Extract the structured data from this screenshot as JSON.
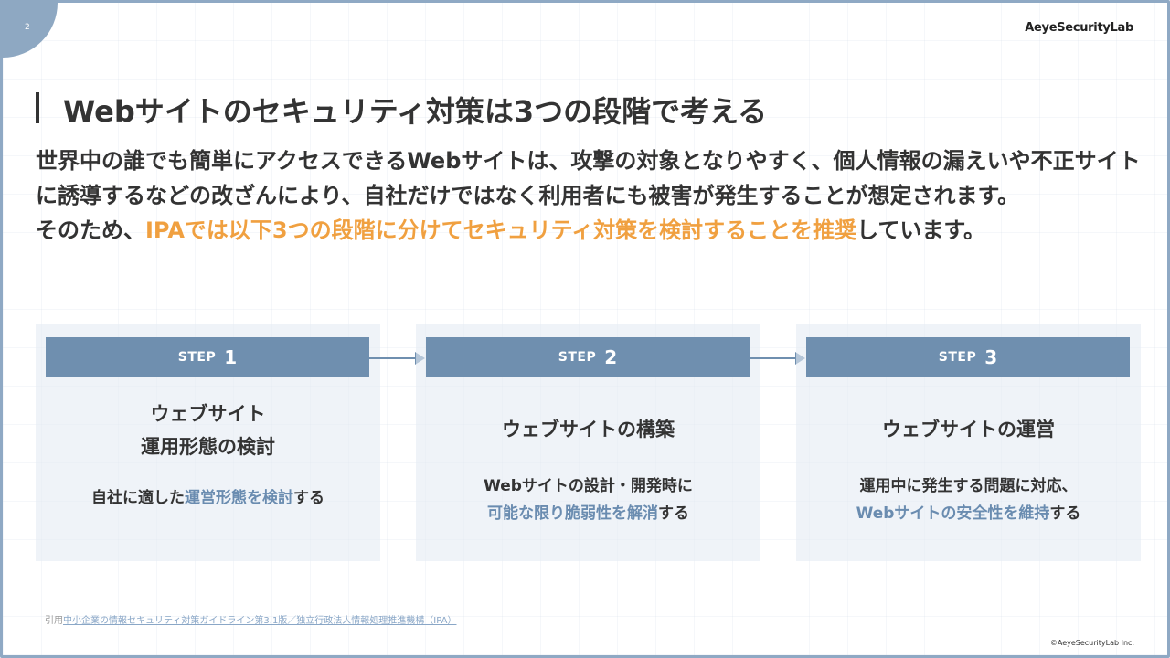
{
  "page_number": "2",
  "brand": "AeyeSecurityLab",
  "title": "Webサイトのセキュリティ対策は3つの段階で考える",
  "body": {
    "paragraph1": "世界中の誰でも簡単にアクセスできるWebサイトは、攻撃の対象となりやすく、個人情報の漏えいや不正サイトに誘導するなどの改ざんにより、自社だけではなく利用者にも被害が発生することが想定されます。",
    "paragraph2_prefix": "そのため、",
    "paragraph2_highlight": "IPAでは以下3つの段階に分けてセキュリティ対策を検討することを推奨",
    "paragraph2_suffix": "しています。"
  },
  "steps": [
    {
      "label": "STEP",
      "number": "1",
      "title_line1": "ウェブサイト",
      "title_line2": "運用形態の検討",
      "desc_line1_prefix": "自社に適した",
      "desc_line1_highlight": "運営形態を検討",
      "desc_line1_suffix": "する"
    },
    {
      "label": "STEP",
      "number": "2",
      "title_line1": "ウェブサイトの構築",
      "desc_line1": "Webサイトの設計・開発時に",
      "desc_line2_highlight": "可能な限り脆弱性を解消",
      "desc_line2_suffix": "する"
    },
    {
      "label": "STEP",
      "number": "3",
      "title_line1": "ウェブサイトの運営",
      "desc_line1": "運用中に発生する問題に対応、",
      "desc_line2_highlight": "Webサイトの安全性を維持",
      "desc_line2_suffix": "する"
    }
  ],
  "citation": {
    "prefix": "引用",
    "link_text": "中小企業の情報セキュリティ対策ガイドライン第3.1版／独立行政法人情報処理推進機構（IPA）"
  },
  "copyright": "©AeyeSecurityLab Inc.",
  "colors": {
    "accent_orange": "#f0a040",
    "step_blue": "#6f8faf",
    "text_blue": "#6a8cb0",
    "frame": "#8fa9c4"
  }
}
